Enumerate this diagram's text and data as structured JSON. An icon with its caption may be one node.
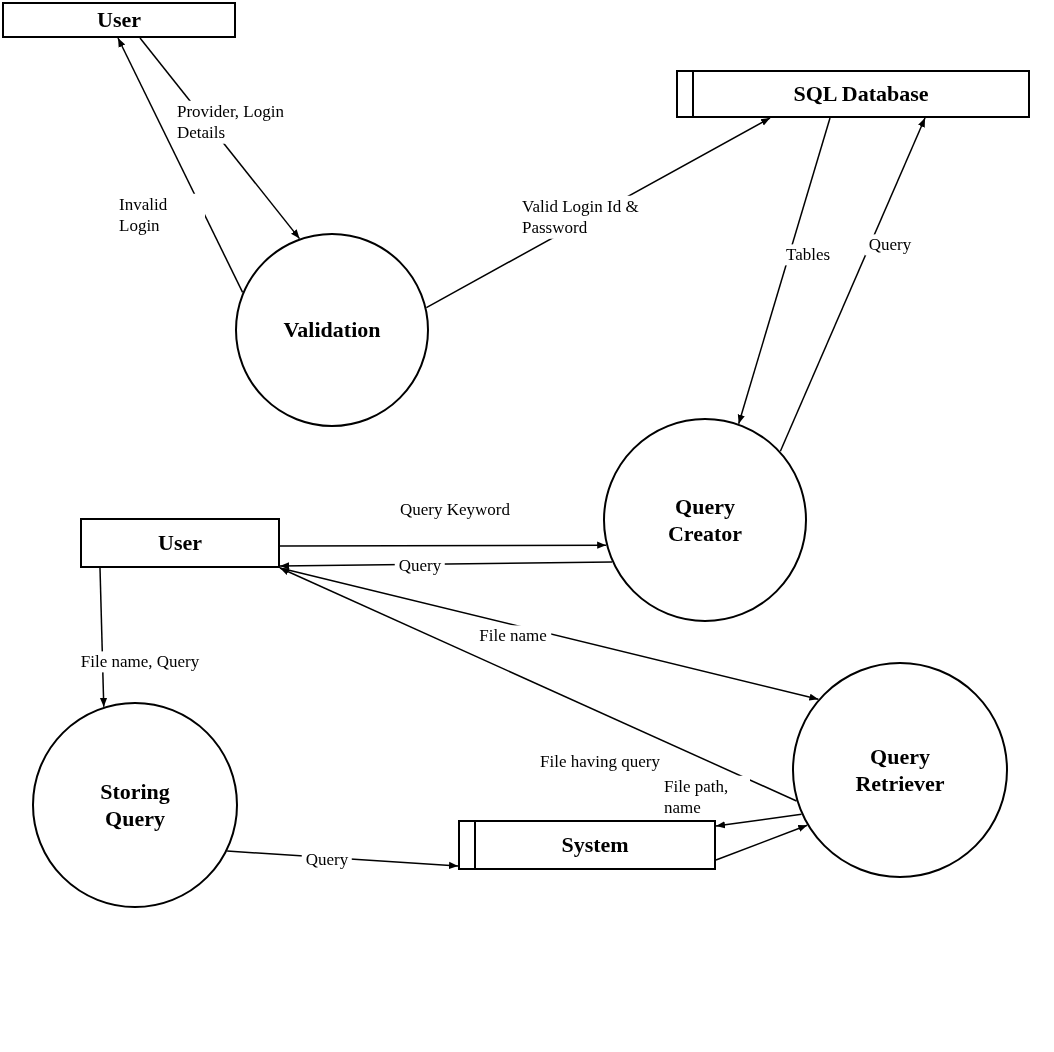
{
  "diagram": {
    "nodes": [
      {
        "text": [
          "User"
        ]
      },
      {
        "text": [
          "Validation"
        ]
      },
      {
        "text": [
          "SQL Database"
        ]
      },
      {
        "text": [
          "Query Creator"
        ]
      },
      {
        "text": [
          "User"
        ]
      },
      {
        "text": [
          "Storing Query"
        ]
      },
      {
        "text": [
          "Query Retriever"
        ]
      },
      {
        "text": [
          "System"
        ]
      }
    ],
    "edges": [
      {
        "from": 0,
        "to": 1,
        "arrow": "to",
        "label": "Provider, Login Details"
      },
      {
        "from": 1,
        "to": 0,
        "arrow": "to",
        "label": "Invalid Login"
      },
      {
        "from": 1,
        "to": 2,
        "arrow": "to",
        "label": "Valid Login Id & Password"
      },
      {
        "from": 2,
        "to": 3,
        "arrow": "to",
        "label": "Tables"
      },
      {
        "from": 3,
        "to": 2,
        "arrow": "to",
        "label": "Query"
      },
      {
        "from": 4,
        "to": 3,
        "arrow": "to",
        "label": "Query Keyword"
      },
      {
        "from": 3,
        "to": 4,
        "arrow": "to",
        "label": "Query"
      },
      {
        "from": 4,
        "to": 6,
        "arrow": "to",
        "label": "File name"
      },
      {
        "from": 6,
        "to": 4,
        "arrow": "to",
        "label": "File having query"
      },
      {
        "from": 4,
        "to": 5,
        "arrow": "to",
        "label": "File name, Query"
      },
      {
        "from": 5,
        "to": 7,
        "arrow": "to",
        "label": "Query"
      },
      {
        "from": 6,
        "to": 7,
        "arrow": "to",
        "label": "File path, name"
      },
      {
        "from": 7,
        "to": 6,
        "arrow": "to"
      }
    ]
  }
}
